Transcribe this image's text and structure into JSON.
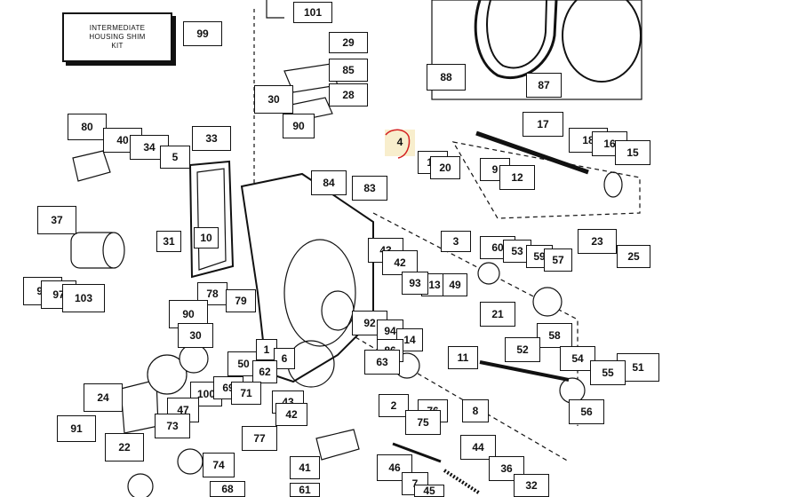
{
  "kit_label": "INTERMEDIATE\nHOUSING SHIM\nKIT",
  "highlight_label": "4",
  "callouts": [
    "101",
    "99",
    "29",
    "85",
    "28",
    "30",
    "90",
    "88",
    "87",
    "17",
    "80",
    "40",
    "34",
    "33",
    "5",
    "19",
    "20",
    "18",
    "16",
    "15",
    "9",
    "12",
    "84",
    "83",
    "37",
    "31",
    "10",
    "3",
    "60",
    "53",
    "59",
    "57",
    "23",
    "25",
    "43",
    "42",
    "96",
    "97",
    "103",
    "78",
    "79",
    "13",
    "49",
    "93",
    "21",
    "90",
    "92",
    "94",
    "30",
    "14",
    "58",
    "50",
    "1",
    "6",
    "62",
    "86",
    "63",
    "11",
    "52",
    "54",
    "51",
    "55",
    "100",
    "69",
    "71",
    "24",
    "47",
    "2",
    "76",
    "56",
    "43",
    "42",
    "8",
    "91",
    "73",
    "22",
    "75",
    "77",
    "74",
    "41",
    "44",
    "36",
    "46",
    "7",
    "45",
    "32",
    "68",
    "61"
  ]
}
